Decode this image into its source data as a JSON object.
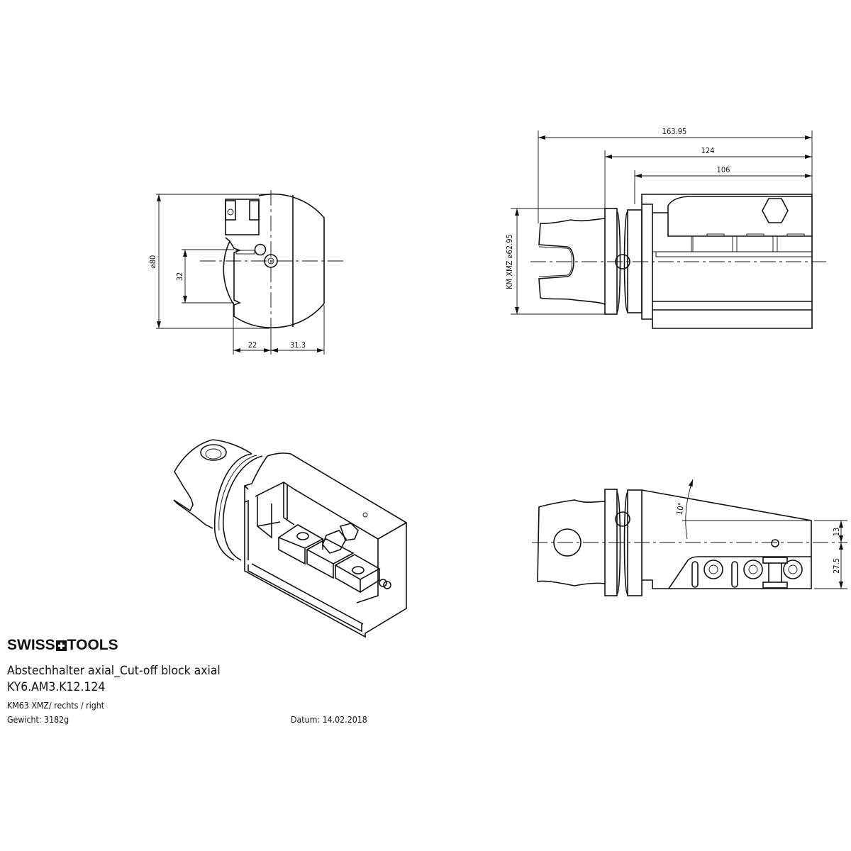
{
  "brand": {
    "left": "SWISS",
    "right": "TOOLS"
  },
  "title": "Abstechhalter axial_Cut-off block axial",
  "article_code": "KY6.AM3.K12.124",
  "spec": "KM63 XMZ/ rechts / right",
  "weight": "Gewicht: 3182g",
  "date": "Datum: 14.02.2018",
  "front_view": {
    "dim_diameter": "⌀80",
    "dim_height": "32",
    "dim_left": "22",
    "dim_right": "31.3"
  },
  "side_view": {
    "dim_total": "163.95",
    "dim_body": "124",
    "dim_block": "106",
    "dim_shank": "KM XMZ ⌀62.95"
  },
  "bottom_view": {
    "dim_angle": "10°",
    "dim_upper": "13",
    "dim_lower": "27.5"
  }
}
